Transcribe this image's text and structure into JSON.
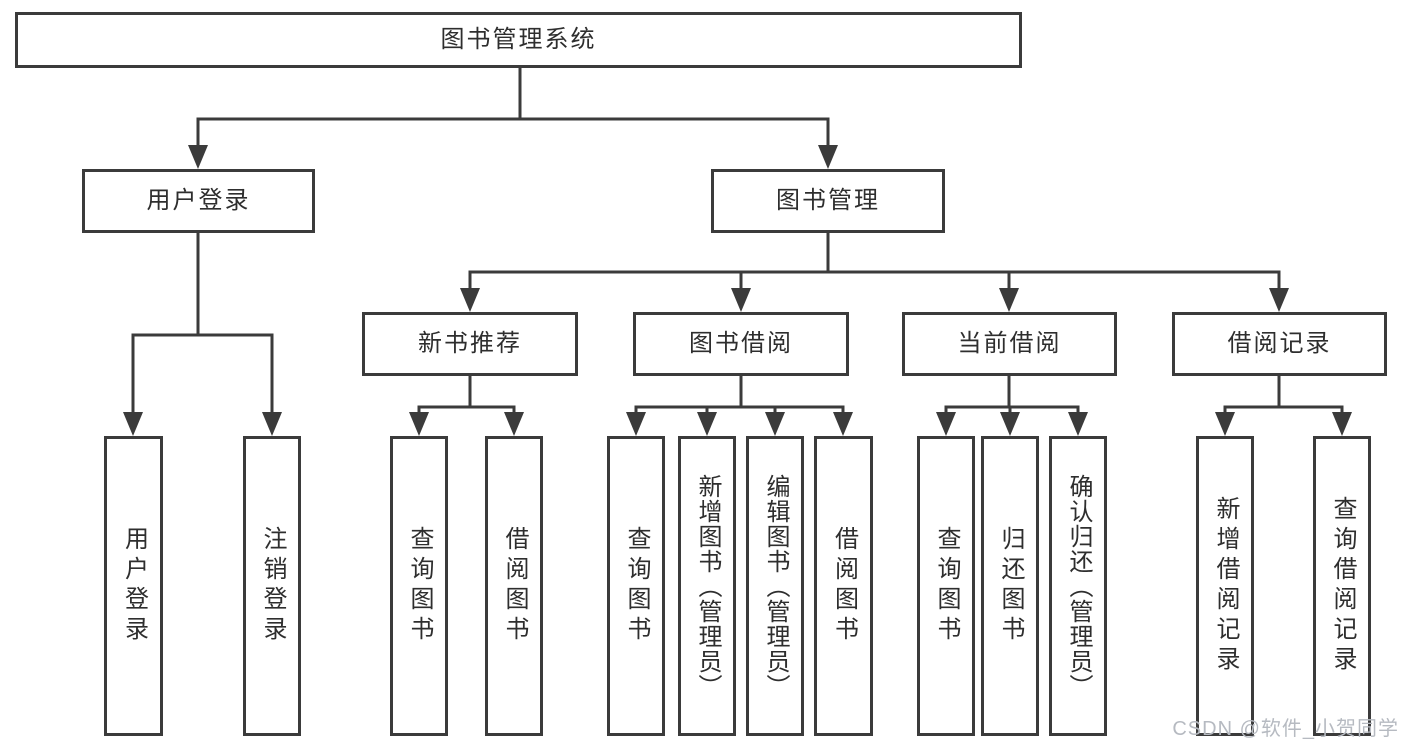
{
  "tree": {
    "root": {
      "label": "图书管理系统",
      "children": [
        {
          "label": "用户登录",
          "children": [
            {
              "label": "用户登录"
            },
            {
              "label": "注销登录"
            }
          ]
        },
        {
          "label": "图书管理",
          "children": [
            {
              "label": "新书推荐",
              "children": [
                {
                  "label": "查询图书"
                },
                {
                  "label": "借阅图书"
                }
              ]
            },
            {
              "label": "图书借阅",
              "children": [
                {
                  "label": "查询图书"
                },
                {
                  "label": "新增图书（管理员）"
                },
                {
                  "label": "编辑图书（管理员）"
                },
                {
                  "label": "借阅图书"
                }
              ]
            },
            {
              "label": "当前借阅",
              "children": [
                {
                  "label": "查询图书"
                },
                {
                  "label": "归还图书"
                },
                {
                  "label": "确认归还（管理员）"
                }
              ]
            },
            {
              "label": "借阅记录",
              "children": [
                {
                  "label": "新增借阅记录"
                },
                {
                  "label": "查询借阅记录"
                }
              ]
            }
          ]
        }
      ]
    }
  },
  "colors": {
    "line": "#3b3b3b",
    "text": "#2e2e2e",
    "watermark": "#b6bac1"
  },
  "watermark": {
    "text": "CSDN @软件_小贺同学"
  }
}
